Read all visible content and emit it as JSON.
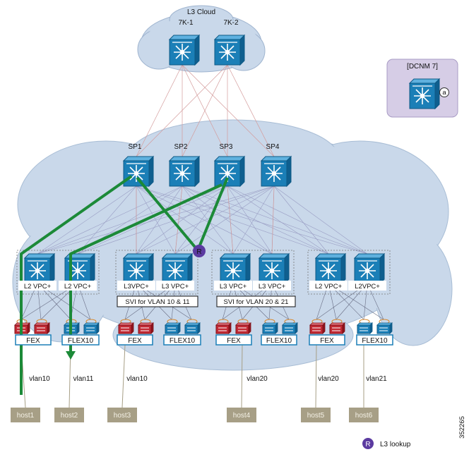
{
  "cloud": {
    "title": "L3 Cloud",
    "core_switches": [
      "7K-1",
      "7K-2"
    ]
  },
  "dcnm": {
    "label": "[DCNM 7]",
    "badge": "a"
  },
  "spines": [
    "SP1",
    "SP2",
    "SP3",
    "SP4"
  ],
  "leaves": [
    "L2 VPC+",
    "L2 VPC+",
    "L3VPC+",
    "L3 VPC+",
    "L3 VPC+",
    "L3 VPC+",
    "L2 VPC+",
    "L2VPC+"
  ],
  "svi_labels": [
    "SVI for VLAN 10 & 11",
    "SVI for VLAN 20 & 21"
  ],
  "fex_labels": [
    "FEX",
    "FLEX10",
    "FEX",
    "FLEX10",
    "FEX",
    "FLEX10",
    "FEX",
    "FLEX10"
  ],
  "vlans": [
    "vlan10",
    "vlan11",
    "vlan10",
    "vlan20",
    "vlan20",
    "vlan21"
  ],
  "hosts": [
    "host1",
    "host2",
    "host3",
    "host4",
    "host5",
    "host6"
  ],
  "router_marker": "R",
  "legend": {
    "marker": "R",
    "text": "L3 lookup"
  },
  "figure_id": "352265",
  "colors": {
    "cloud_fill": "#c9d8ea",
    "device_blue": "#1576ad",
    "fex_red": "#c22a34",
    "path_green": "#1c8a38",
    "router_purple": "#5b3aa0",
    "host_fill": "#a79f86",
    "dcnm_box": "#d6cde6"
  }
}
